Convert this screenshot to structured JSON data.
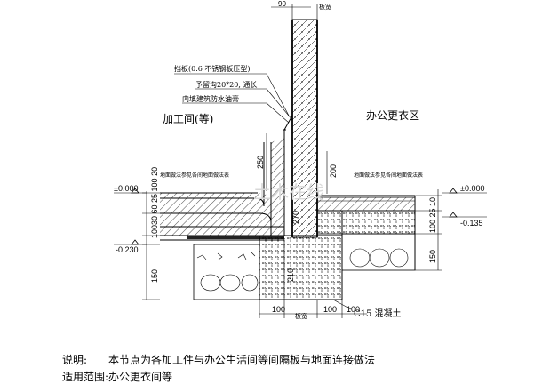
{
  "labels": {
    "top_dim": "90",
    "top_board": "板宽",
    "baffle": "挡板(0.6 不锈钢板压型)",
    "groove": "予留沟20*20, 通长",
    "sealant": "内填建筑防水油膏",
    "left_room": "加工间(等)",
    "right_room": "办公更衣区",
    "left_floor_note": "地面做法参见各间地面做法表",
    "right_floor_note": "地面做法参见各间地面做法表",
    "dim_250": "250",
    "dim_200": "200",
    "dim_270": "270",
    "dim_210": "210",
    "elev_left_zero": "±0.000",
    "elev_right_zero": "±0.000",
    "elev_right_neg": "-0.135",
    "elev_left_neg": "-0.230",
    "left_vertical_dims": "10030 60 25 100 20",
    "left_150": "150",
    "right_stack": "100 25 10",
    "right_150": "150",
    "bottom_dim_1": "100",
    "bottom_dim_2": "100",
    "bottom_dim_3": "100",
    "bottom_board": "板宽",
    "concrete": "C15 混凝土",
    "watermark": "土木在线"
  },
  "notes": {
    "desc_label": "说明:",
    "desc_text": "本节点为各加工件与办公生活间等间隔板与地面连接做法",
    "scope_label": "适用范围:",
    "scope_text": "办公更衣间等"
  }
}
